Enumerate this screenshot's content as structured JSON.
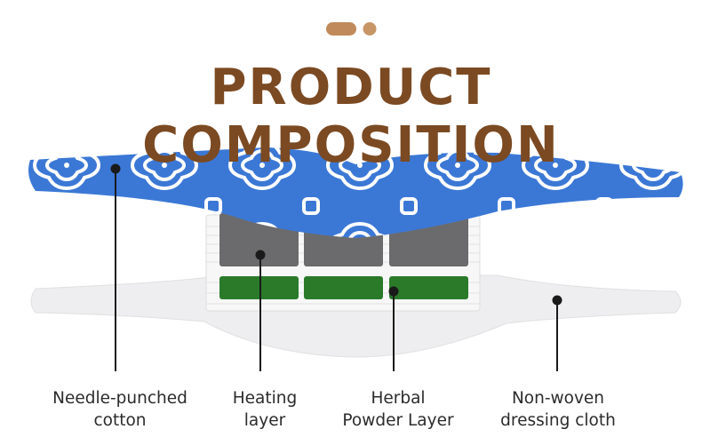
{
  "title": "PRODUCT COMPOSITION",
  "colors": {
    "title": "#7b4a22",
    "pattern_blue": "#3b78d6",
    "heating": "#6b6b6d",
    "herbal": "#2a7a2a",
    "accent_dots": "#c08a5a"
  },
  "labels": [
    {
      "line1": "Needle-punched",
      "line2": "cotton"
    },
    {
      "line1": "Heating",
      "line2": "layer"
    },
    {
      "line1": "Herbal",
      "line2": "Powder Layer"
    },
    {
      "line1": "Non-woven",
      "line2": "dressing cloth"
    }
  ]
}
